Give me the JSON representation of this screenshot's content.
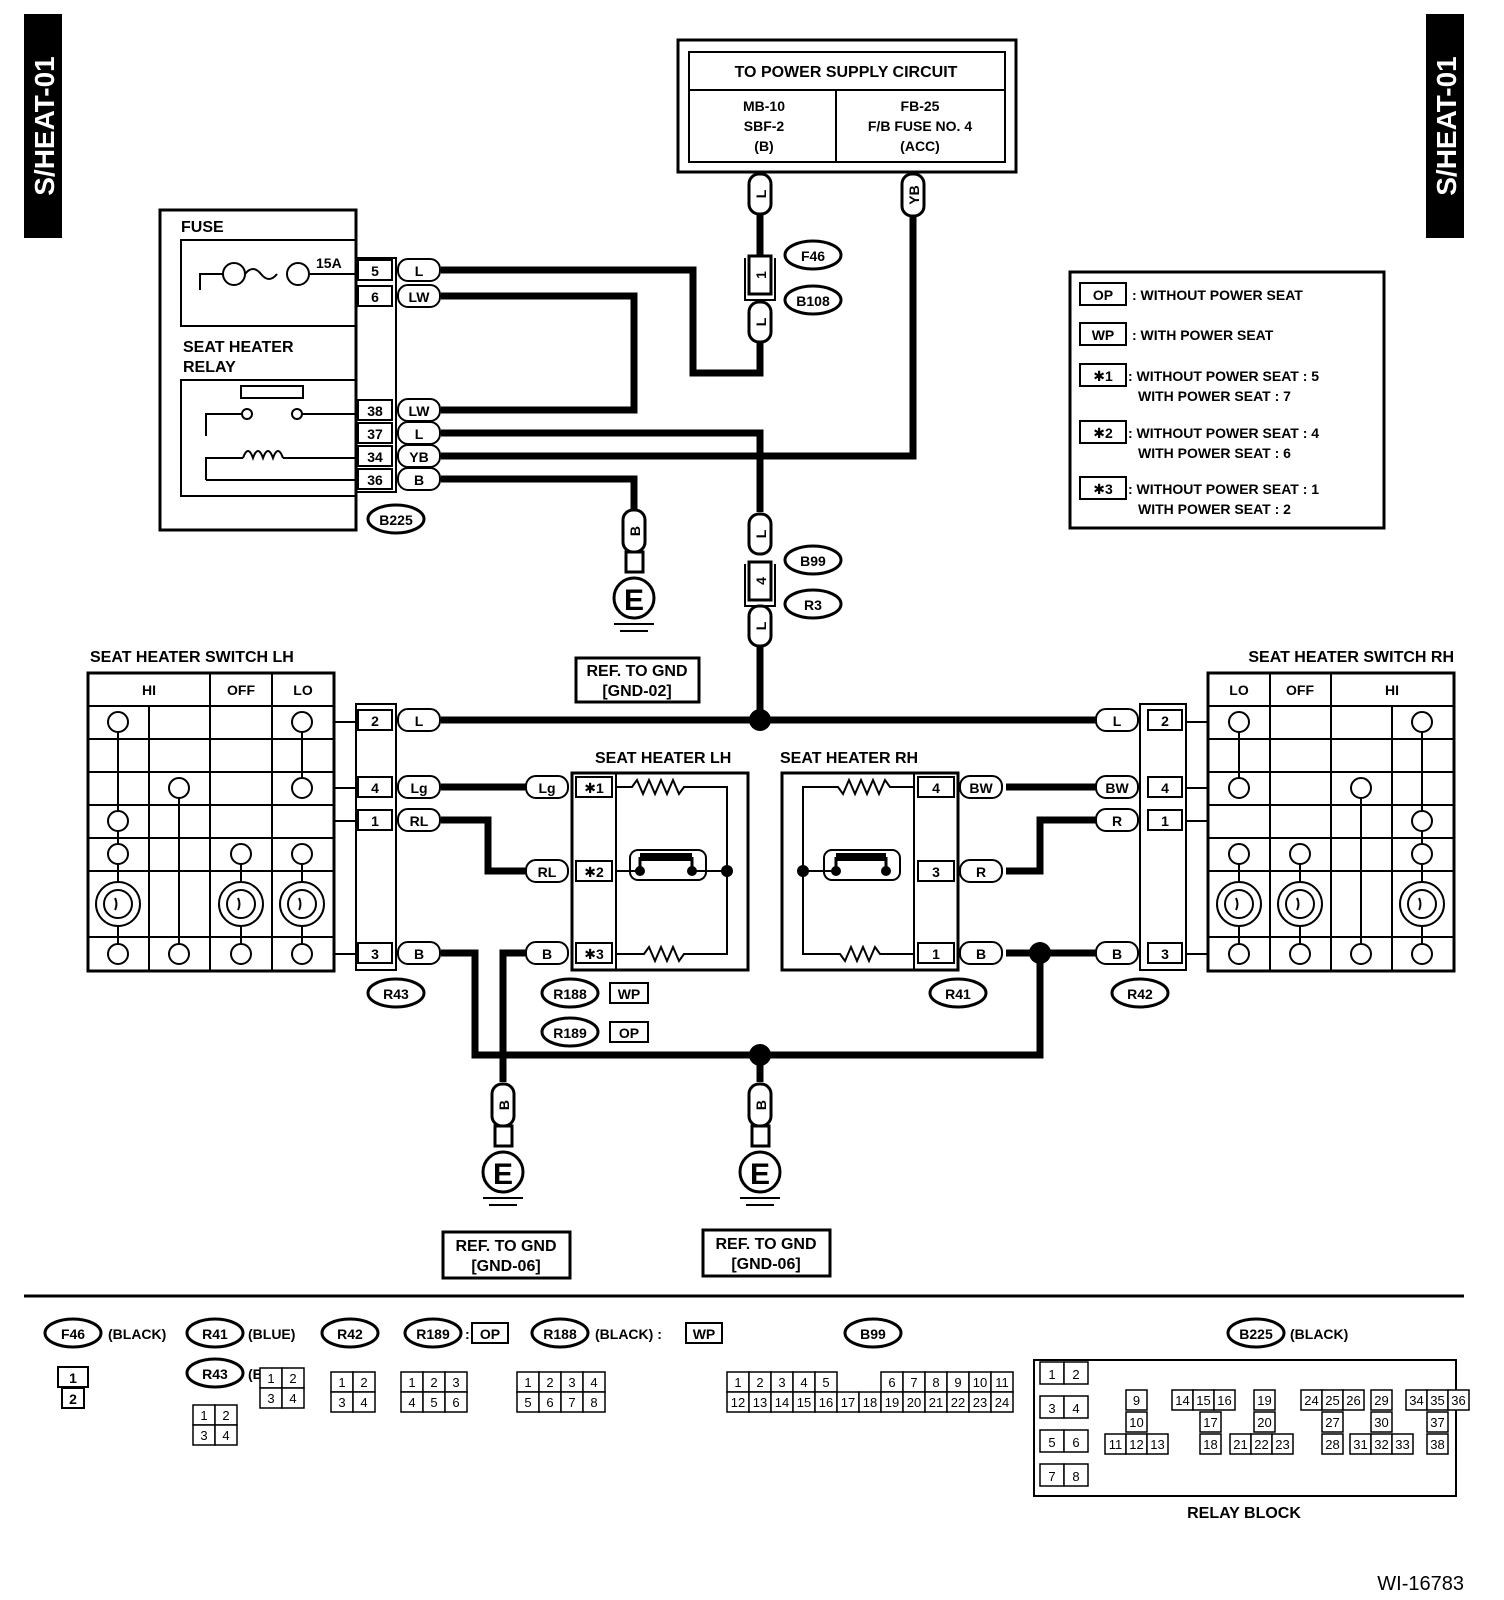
{
  "page_code": "S/HEAT-01",
  "figure_id": "WI-16783",
  "power_supply": {
    "title": "TO POWER SUPPLY CIRCUIT",
    "left": [
      "MB-10",
      "SBF-2",
      "(B)"
    ],
    "right": [
      "FB-25",
      "F/B FUSE NO. 4",
      "(ACC)"
    ]
  },
  "relay_block": {
    "fuse_label": "FUSE",
    "fuse_rating": "15A",
    "relay_label": [
      "SEAT HEATER",
      "RELAY"
    ],
    "connector": "B225",
    "pins": [
      {
        "pin": "5",
        "wire": "L"
      },
      {
        "pin": "6",
        "wire": "LW"
      },
      {
        "pin": "38",
        "wire": "LW"
      },
      {
        "pin": "37",
        "wire": "L"
      },
      {
        "pin": "34",
        "wire": "YB"
      },
      {
        "pin": "36",
        "wire": "B"
      }
    ]
  },
  "connectors": {
    "f46": "F46",
    "b108": "B108",
    "b99": "B99",
    "r3": "R3",
    "r43": "R43",
    "r41": "R41",
    "r42": "R42",
    "r188": "R188",
    "r189": "R189",
    "pin_1": "1",
    "pin_4": "4"
  },
  "wire_tags": {
    "l": "L",
    "yb": "YB",
    "b": "B"
  },
  "legend": {
    "op_code": "OP",
    "op_text": ": WITHOUT POWER SEAT",
    "wp_code": "WP",
    "wp_text": ": WITH POWER SEAT",
    "n1_code": "✱1",
    "n1_line1": ": WITHOUT POWER SEAT : 5",
    "n1_line2": "WITH POWER SEAT : 7",
    "n2_code": "✱2",
    "n2_line1": ": WITHOUT POWER SEAT : 4",
    "n2_line2": "WITH POWER SEAT : 6",
    "n3_code": "✱3",
    "n3_line1": ": WITHOUT POWER SEAT : 1",
    "n3_line2": "WITH POWER SEAT : 2"
  },
  "grounds": {
    "gnd02": [
      "REF. TO GND",
      "[GND-02]"
    ],
    "gnd06a": [
      "REF. TO GND",
      "[GND-06]"
    ],
    "gnd06b": [
      "REF. TO GND",
      "[GND-06]"
    ],
    "symbol": "E"
  },
  "switch_lh": {
    "title": "SEAT HEATER SWITCH LH",
    "columns": [
      "HI",
      "OFF",
      "LO"
    ],
    "pins": [
      {
        "pin": "2",
        "wire": "L"
      },
      {
        "pin": "4",
        "wire": "Lg"
      },
      {
        "pin": "1",
        "wire": "RL"
      },
      {
        "pin": "3",
        "wire": "B"
      }
    ]
  },
  "switch_rh": {
    "title": "SEAT HEATER SWITCH RH",
    "columns": [
      "LO",
      "OFF",
      "HI"
    ],
    "pins": [
      {
        "pin": "2",
        "wire": "L"
      },
      {
        "pin": "4",
        "wire": "BW"
      },
      {
        "pin": "1",
        "wire": "R"
      },
      {
        "pin": "3",
        "wire": "B"
      }
    ]
  },
  "heater_lh": {
    "title": "SEAT HEATER LH",
    "pins": [
      {
        "pin": "✱1",
        "wire": "Lg"
      },
      {
        "pin": "✱2",
        "wire": "RL"
      },
      {
        "pin": "✱3",
        "wire": "B"
      }
    ]
  },
  "heater_rh": {
    "title": "SEAT HEATER RH",
    "pins": [
      {
        "pin": "4",
        "wire": "BW"
      },
      {
        "pin": "3",
        "wire": "R"
      },
      {
        "pin": "1",
        "wire": "B"
      }
    ]
  },
  "footer": {
    "f46_color": "(BLACK)",
    "r41_color": "(BLUE)",
    "r43_color": "(BLUE)",
    "r188_color": "(BLACK) :",
    "r189_sep": ":",
    "b225_color": "(BLACK)",
    "relay_block_caption": "RELAY BLOCK",
    "f46_pins": [
      "1",
      "2"
    ],
    "r41_pins": [
      "1",
      "2",
      "3",
      "4"
    ],
    "r43_pins": [
      "1",
      "2",
      "3",
      "4"
    ],
    "r42_pins": [
      "1",
      "2",
      "3",
      "4"
    ],
    "r189_pins": [
      "1",
      "2",
      "3",
      "4",
      "5",
      "6"
    ],
    "r188_pins": [
      "1",
      "2",
      "3",
      "4",
      "5",
      "6",
      "7",
      "8"
    ],
    "b99_row1": [
      "1",
      "2",
      "3",
      "4",
      "5",
      "6",
      "7",
      "8",
      "9",
      "10",
      "11"
    ],
    "b99_row2": [
      "12",
      "13",
      "14",
      "15",
      "16",
      "17",
      "18",
      "19",
      "20",
      "21",
      "22",
      "23",
      "24"
    ],
    "b225_pins": [
      "1",
      "2",
      "3",
      "4",
      "5",
      "6",
      "7",
      "8",
      "9",
      "10",
      "11",
      "12",
      "13",
      "14",
      "15",
      "16",
      "17",
      "18",
      "19",
      "20",
      "21",
      "22",
      "23",
      "24",
      "25",
      "26",
      "27",
      "28",
      "29",
      "30",
      "31",
      "32",
      "33",
      "34",
      "35",
      "36",
      "37",
      "38"
    ]
  }
}
